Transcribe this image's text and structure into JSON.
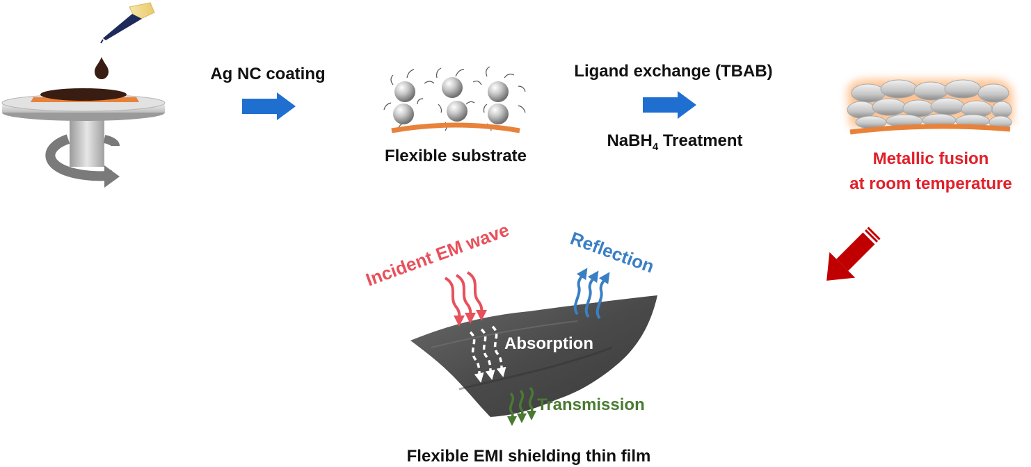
{
  "steps": {
    "coating": "Ag NC coating",
    "substrate": "Flexible substrate",
    "ligand_exchange": "Ligand exchange (TBAB)",
    "treatment_prefix": "NaBH",
    "treatment_sub": "4",
    "treatment_suffix": " Treatment",
    "fusion_line1": "Metallic fusion",
    "fusion_line2": "at room temperature"
  },
  "film": {
    "incident": "Incident EM wave",
    "reflection": "Reflection",
    "absorption": "Absorption",
    "transmission": "Transmission",
    "caption": "Flexible EMI shielding thin film"
  },
  "colors": {
    "process_arrow": "#1f6fd1",
    "final_arrow": "#c00000",
    "substrate": "#e8823a",
    "incident": "#e8505b",
    "reflection": "#3a7fc4",
    "transmission": "#4a7a32",
    "fusion_text": "#e0202a"
  }
}
